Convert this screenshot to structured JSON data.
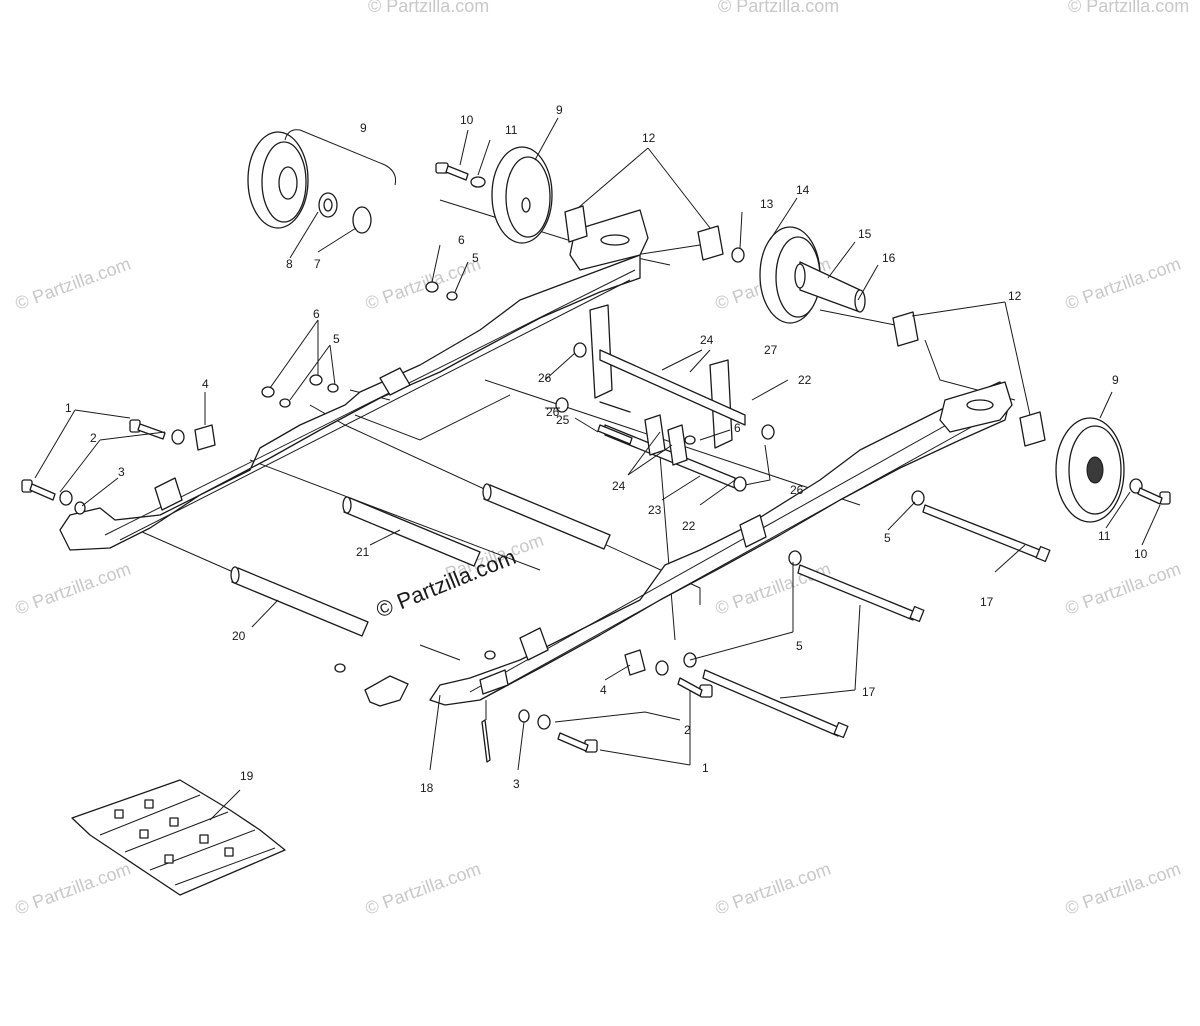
{
  "watermark": {
    "repeat_text": "© Partzilla.com",
    "main_text": "© Partzilla.com",
    "center_text": "Partzilla.com"
  },
  "callouts": {
    "c1": "1",
    "c2": "2",
    "c3": "3",
    "c4": "4",
    "c5": "5",
    "c6": "6",
    "c7": "7",
    "c8": "8",
    "c9": "9",
    "c10": "10",
    "c11": "11",
    "c12": "12",
    "c13": "13",
    "c14": "14",
    "c15": "15",
    "c16": "16",
    "c17": "17",
    "c18": "18",
    "c19": "19",
    "c20": "20",
    "c21": "21",
    "c22": "22",
    "c23": "23",
    "c24": "24",
    "c25": "25",
    "c26": "26",
    "c27": "27"
  },
  "colors": {
    "line": "#1a1a1a",
    "watermark": "#c8c8c8",
    "background": "#ffffff"
  }
}
